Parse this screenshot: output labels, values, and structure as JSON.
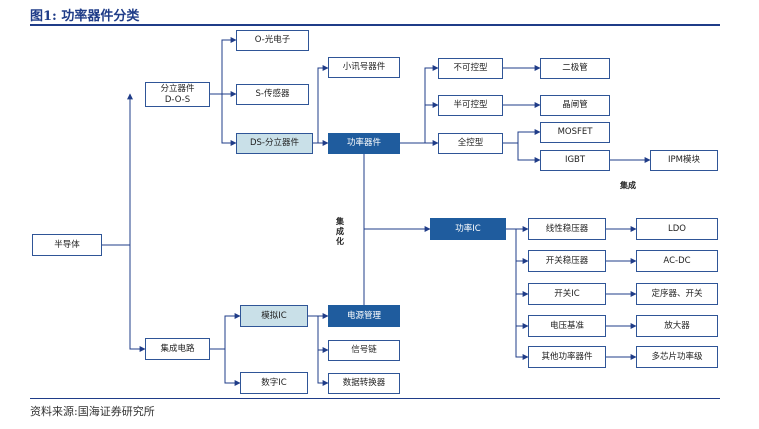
{
  "figure_title": "图1:   功率器件分类",
  "source": "资料来源:国海证券研究所",
  "nodes": {
    "semiconductor": "半导体",
    "discrete": "分立器件\nD-O-S",
    "integrated_circuit": "集成电路",
    "o_optoelectronics": "O-光电子",
    "s_sensor": "S-传感器",
    "ds_discrete": "DS-分立器件",
    "small_signal": "小讯号器件",
    "power_device": "功率器件",
    "uncontrollable": "不可控型",
    "half_controllable": "半可控型",
    "fully_controllable": "全控型",
    "diode": "二极管",
    "thyristor": "晶闸管",
    "mosfet": "MOSFET",
    "igbt": "IGBT",
    "ipm": "IPM模块",
    "analog_ic": "模拟IC",
    "digital_ic": "数字IC",
    "power_management": "电源管理",
    "signal_chain": "信号链",
    "data_converter": "数据转换器",
    "power_ic": "功率IC",
    "linear_regulator": "线性稳压器",
    "switching_regulator": "开关稳压器",
    "switch_ic": "开关IC",
    "voltage_reference": "电压基准",
    "other_power": "其他功率器件",
    "ldo": "LDO",
    "ac_dc": "AC-DC",
    "sequencer_switch": "定序器、开关",
    "amplifier": "放大器",
    "multichip_power": "多芯片功率级"
  },
  "labels": {
    "integration_right": "集成",
    "integration_vertical": "集\n成\n化"
  }
}
